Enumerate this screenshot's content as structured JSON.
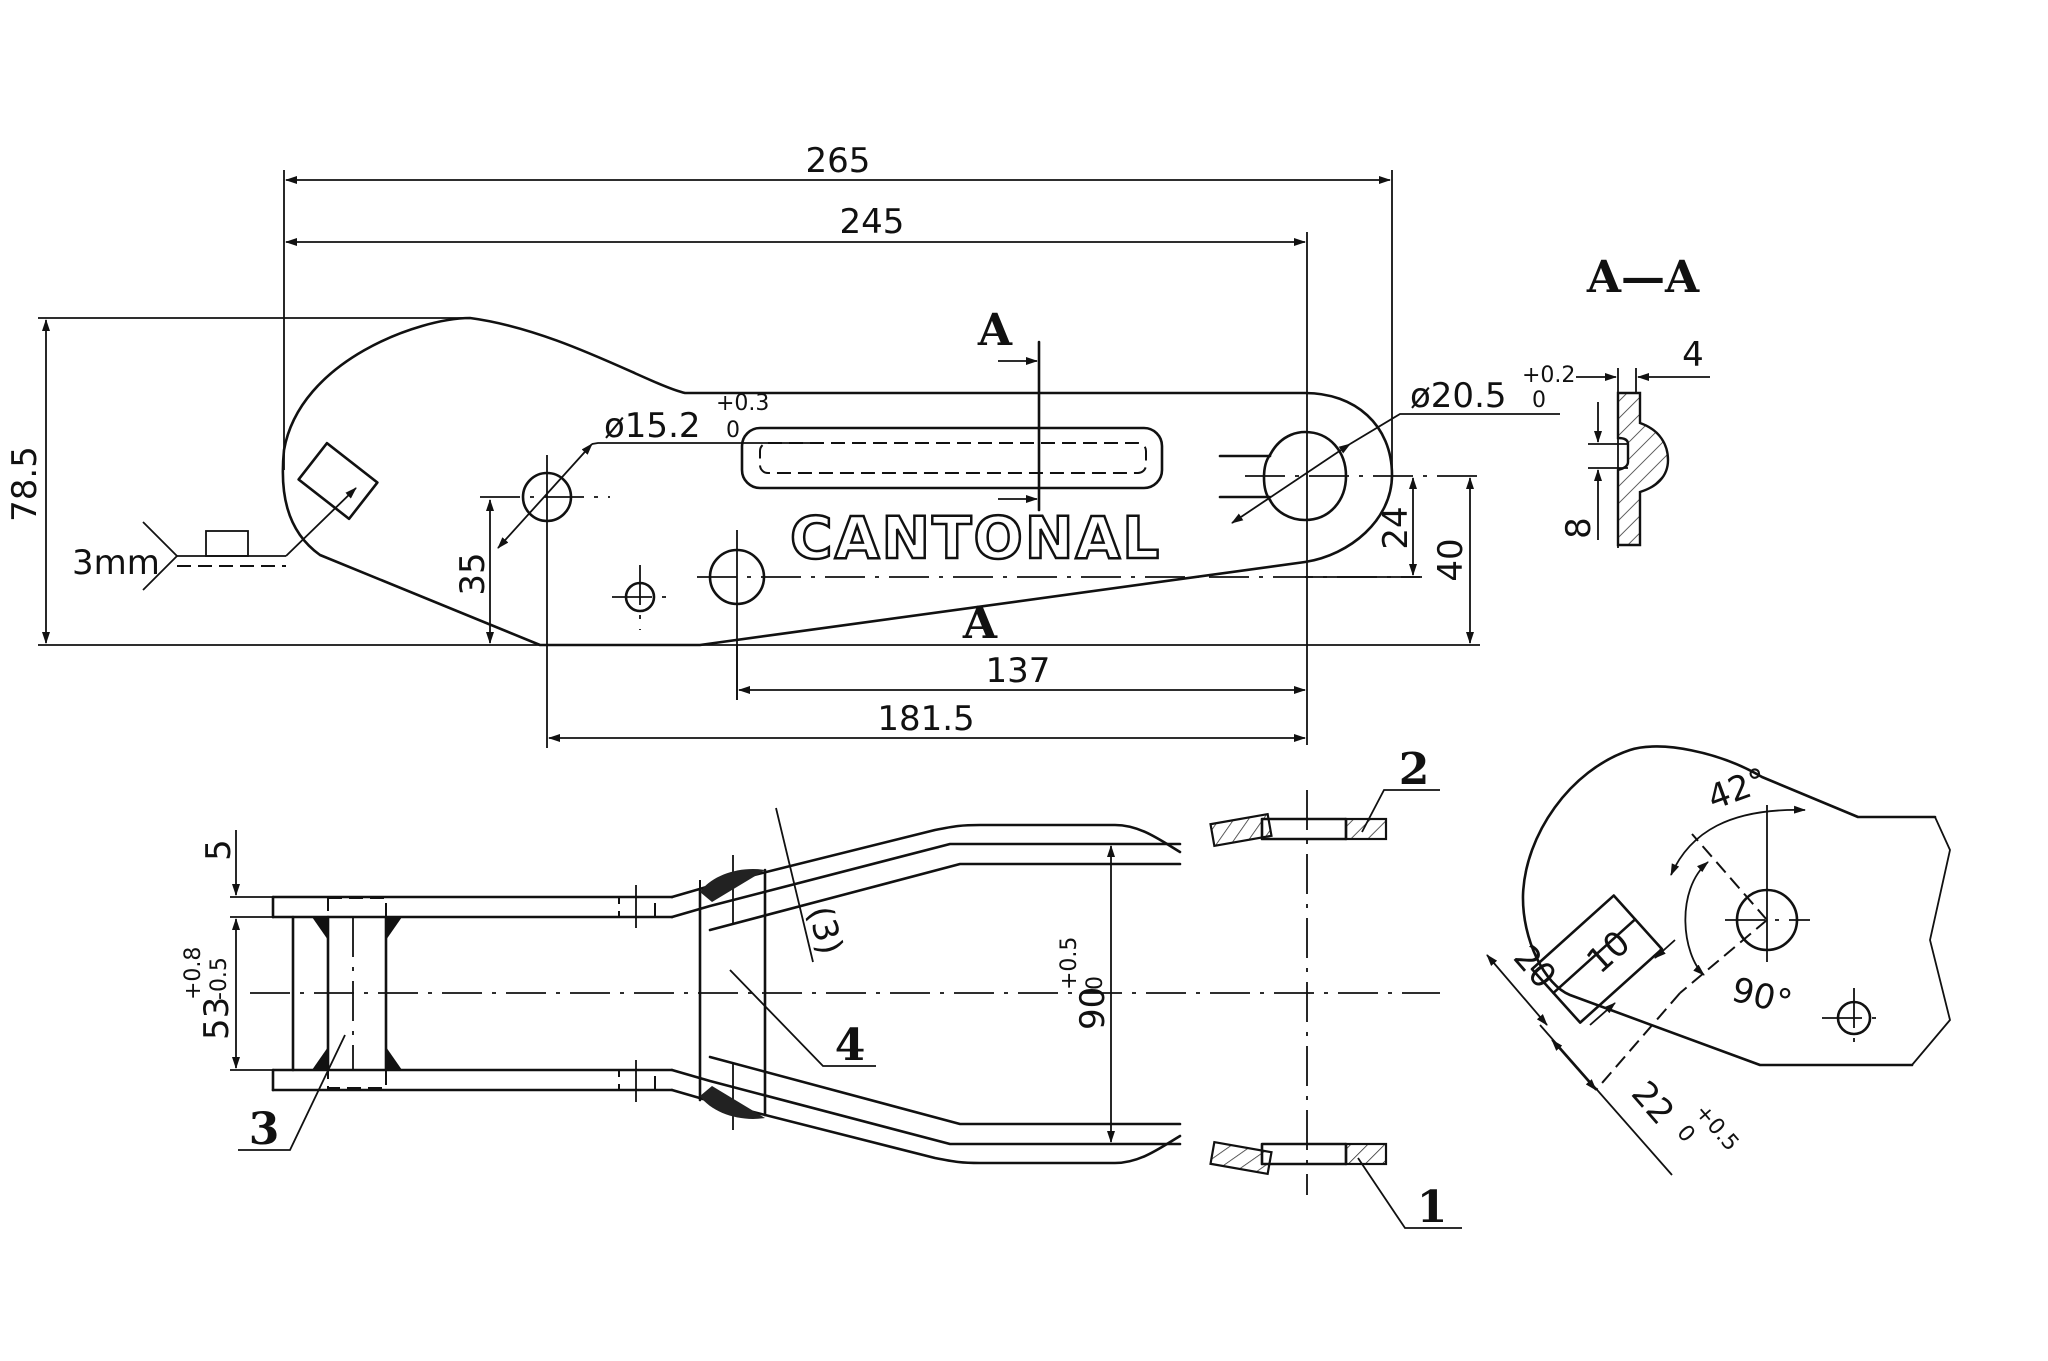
{
  "drawing": {
    "brand_logo": "CANTONAL",
    "top_view": {
      "overall_length": "265",
      "hole_to_hole_length": "245",
      "overall_height": "78.5",
      "small_hole_height": "35",
      "hole_offset_24": "24",
      "hole_offset_40": "40",
      "span_137": "137",
      "span_181_5": "181.5",
      "small_hole_diameter": "ø15.2",
      "small_hole_tol_upper": "+0.3",
      "small_hole_tol_lower": "0",
      "large_hole_diameter": "ø20.5",
      "large_hole_tol_upper": "+0.2",
      "large_hole_tol_lower": "0",
      "weld_size": "3mm",
      "section_marker_top": "A",
      "section_marker_bottom": "A"
    },
    "section_view": {
      "title": "A—A",
      "thickness": "4",
      "bead_height": "8"
    },
    "bottom_view": {
      "plate_thickness": "5",
      "inner_width": "53",
      "inner_width_tol_upper": "+0.8",
      "inner_width_tol_lower": "-0.5",
      "opening_width": "90",
      "opening_tol_upper": "+0.5",
      "opening_tol_lower": "0",
      "weld_ref": "(3)",
      "callouts": [
        "1",
        "2",
        "3",
        "4"
      ]
    },
    "detail_view": {
      "angle_top": "42°",
      "angle_bottom": "90°",
      "dim_20": "20",
      "dim_10": "10",
      "dim_22": "22",
      "dim_22_tol_upper": "+0.5",
      "dim_22_tol_lower": "0"
    }
  }
}
